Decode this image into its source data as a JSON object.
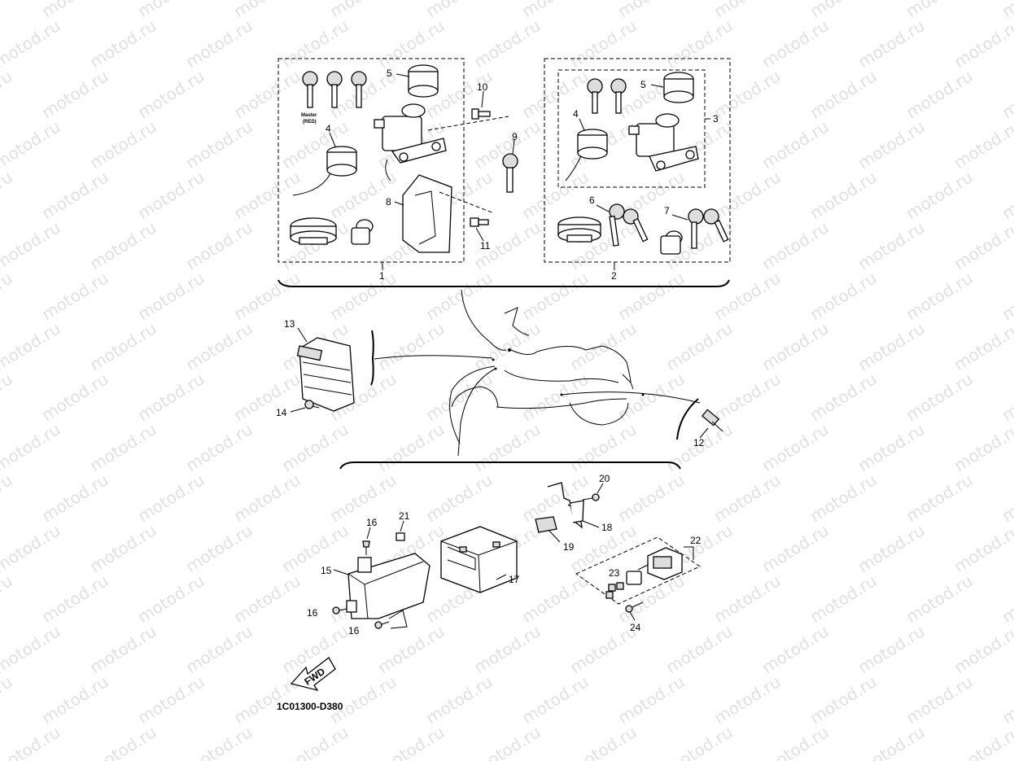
{
  "watermark": "motod.ru",
  "diagram_code": "1C01300-D380",
  "key_labels": {
    "line1": "Master",
    "line2": "(RED)"
  },
  "fwd_label": "FWD",
  "callouts": {
    "c1": "1",
    "c2": "2",
    "c3": "3",
    "c4a": "4",
    "c4b": "4",
    "c5a": "5",
    "c5b": "5",
    "c6": "6",
    "c7": "7",
    "c8": "8",
    "c9": "9",
    "c10": "10",
    "c11": "11",
    "c12": "12",
    "c13": "13",
    "c14": "14",
    "c15": "15",
    "c16a": "16",
    "c16b": "16",
    "c16c": "16",
    "c17": "17",
    "c18": "18",
    "c19": "19",
    "c20": "20",
    "c21": "21",
    "c22": "22",
    "c23": "23",
    "c24": "24"
  }
}
